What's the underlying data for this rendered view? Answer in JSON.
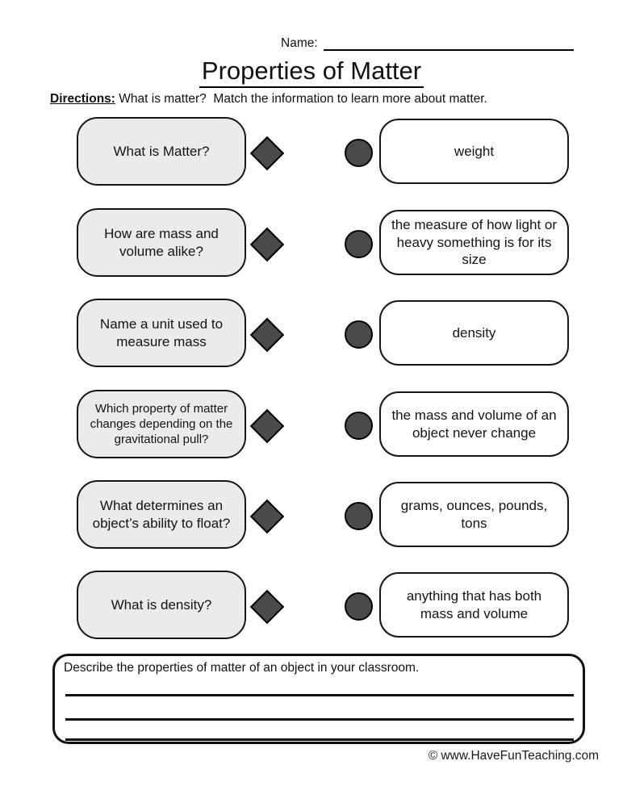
{
  "header": {
    "name_label": "Name:",
    "title": "Properties of Matter",
    "directions_label": "Directions:",
    "directions_text": " What is matter?  Match the information to learn more about matter."
  },
  "matching": {
    "questions": [
      "What is Matter?",
      "How are mass and volume alike?",
      "Name a unit used to measure mass",
      "Which property of matter changes depending on the gravitational pull?",
      "What determines an object’s ability to float?",
      "What is density?"
    ],
    "answers": [
      "weight",
      "the measure of how light or heavy something is for its size",
      "density",
      "the mass and volume of an object never change",
      "grams, ounces, pounds, tons",
      "anything that has both mass and volume"
    ]
  },
  "writing_prompt": {
    "text": "Describe the properties of matter of an object in your classroom.",
    "blank_line_count": 3
  },
  "footer": {
    "credit": "© www.HaveFunTeaching.com"
  },
  "colors": {
    "question_box_fill": "#ebebeb",
    "answer_box_fill": "#ffffff",
    "connector_fill": "#4a4a4a",
    "border": "#161616"
  },
  "icons": {
    "diamond": "diamond-connector",
    "circle": "circle-connector"
  }
}
